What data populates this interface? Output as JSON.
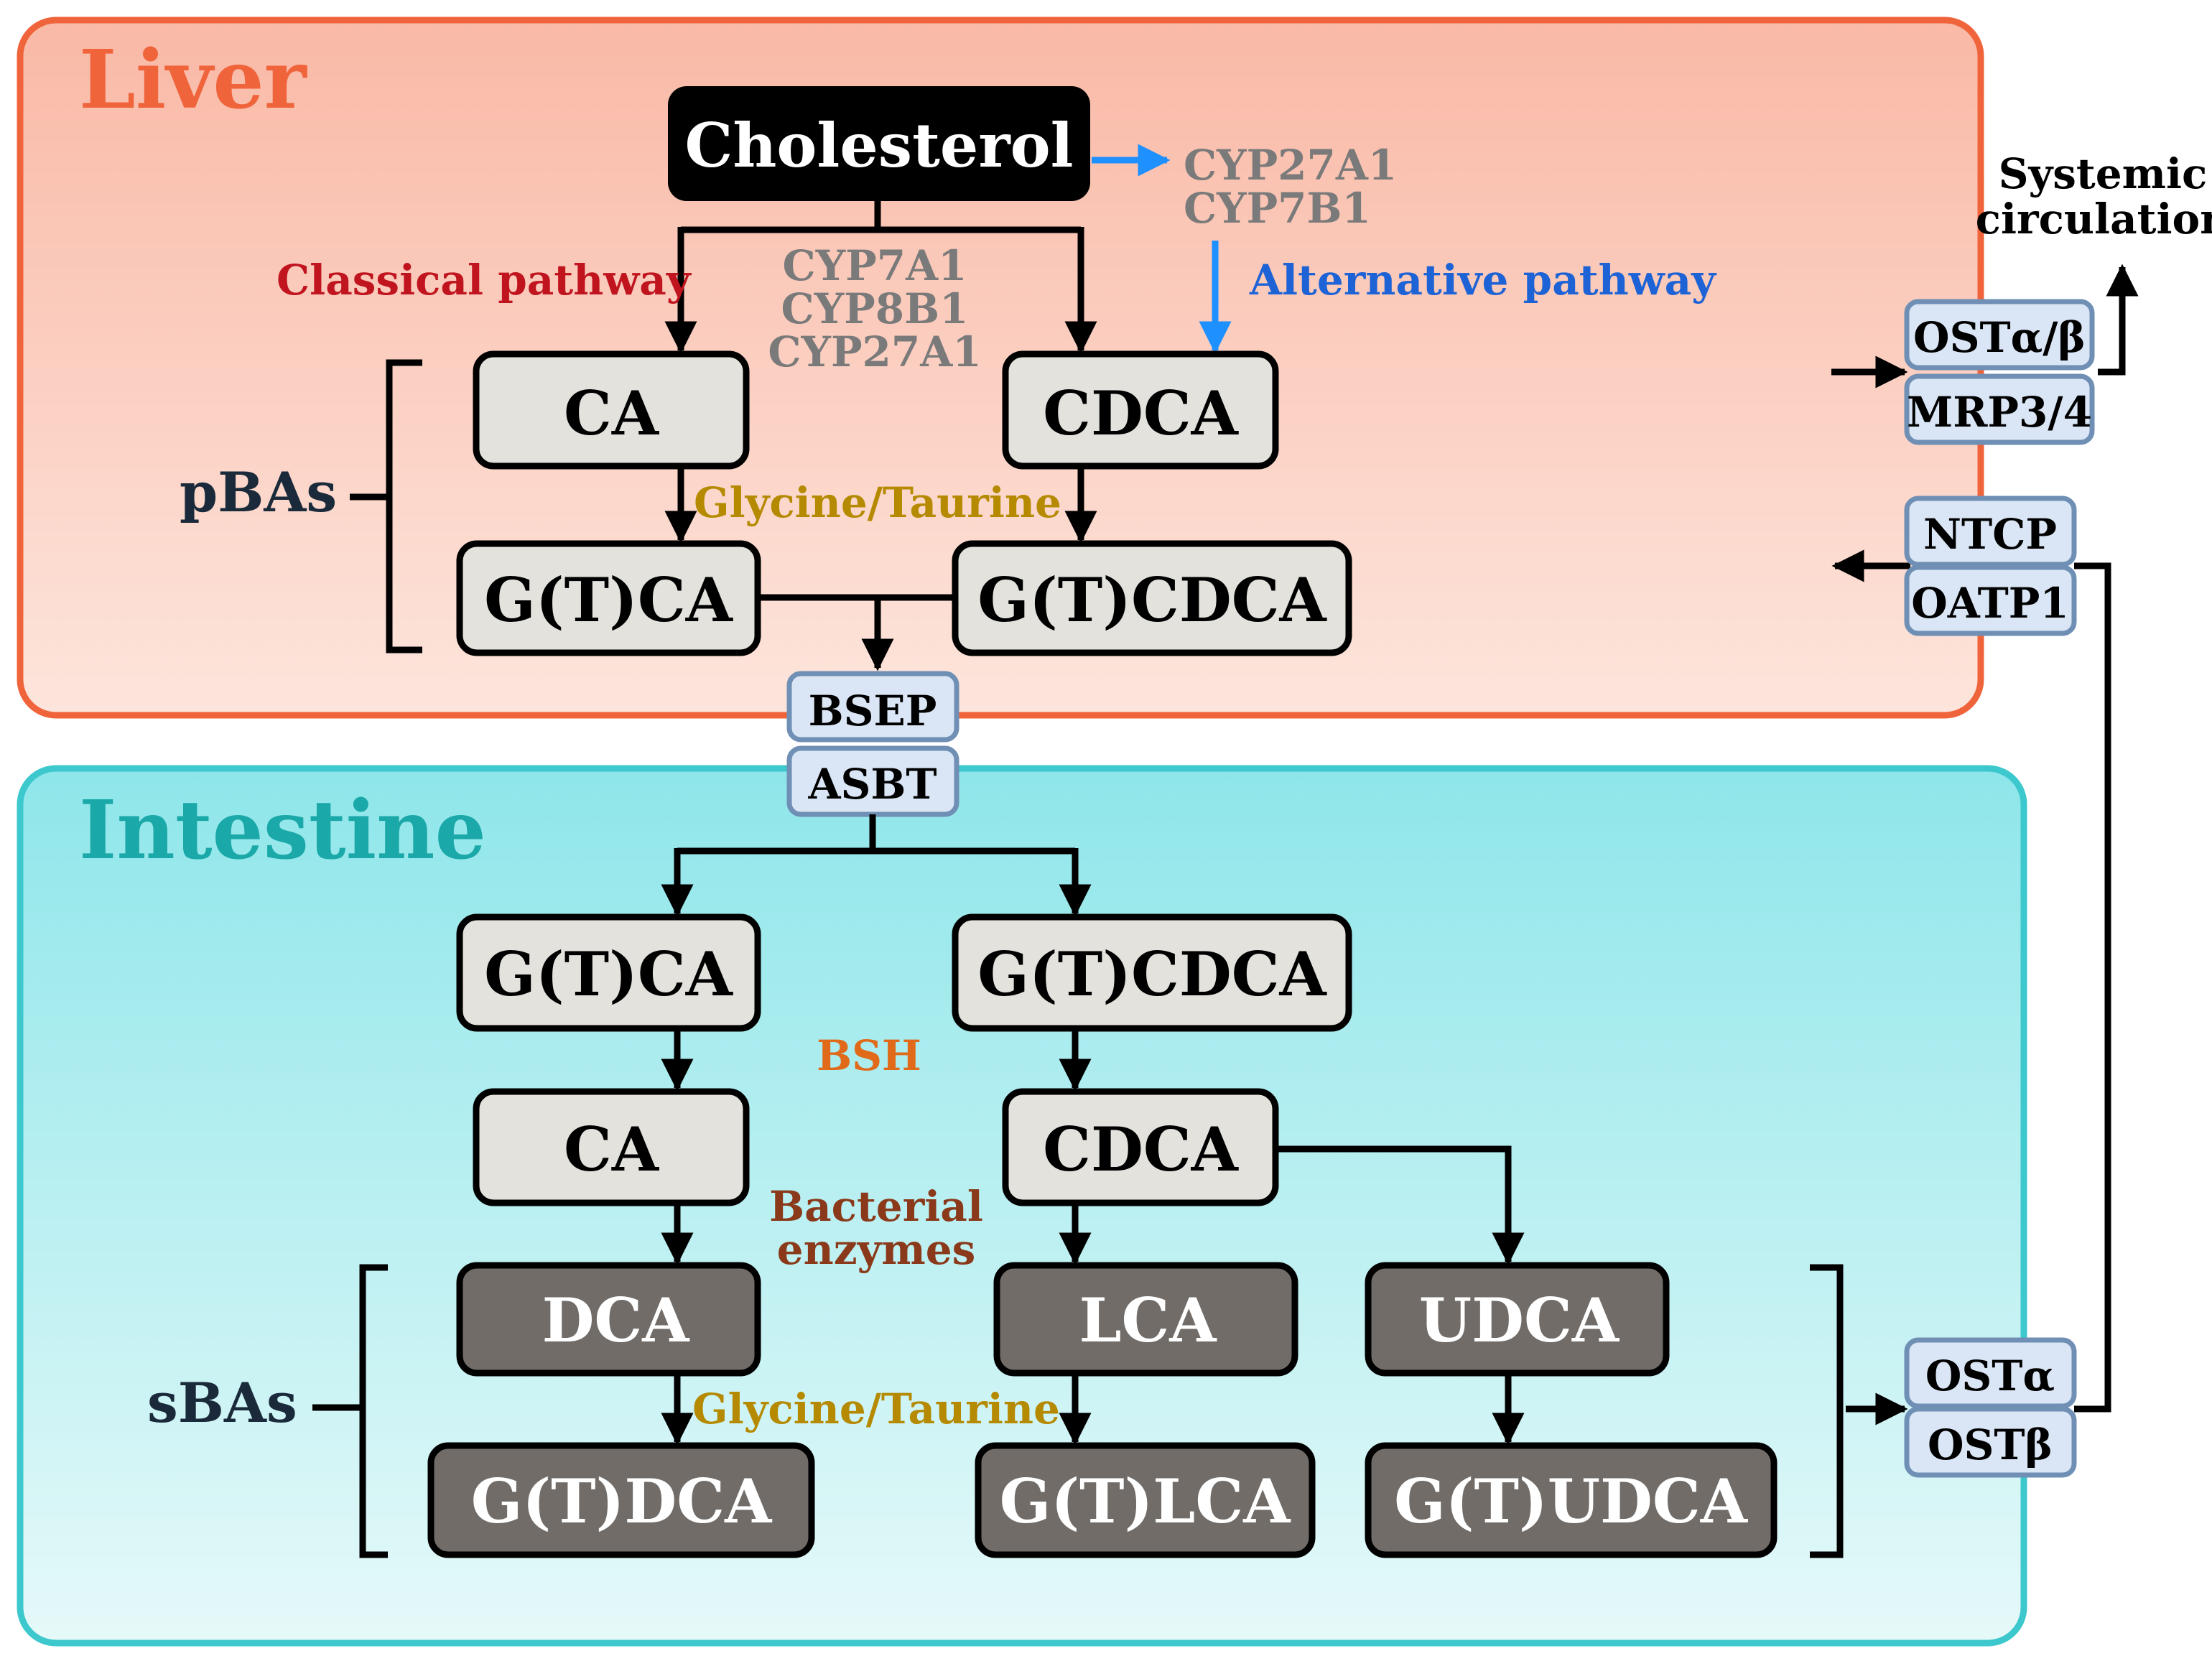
{
  "regions": {
    "liver_title": "Liver",
    "intestine_title": "Intestine"
  },
  "liver": {
    "cholesterol": "Cholesterol",
    "alt_enzymes": [
      "CYP27A1",
      "CYP7B1"
    ],
    "classical_enzymes": [
      "CYP7A1",
      "CYP8B1",
      "CYP27A1"
    ],
    "classical_label": "Classical pathway",
    "alternative_label": "Alternative pathway",
    "conjugation_label": "Glycine/Taurine",
    "pbas_label": "pBAs",
    "ca": "CA",
    "cdca": "CDCA",
    "gtca": "G(T)CA",
    "gtcdca": "G(T)CDCA"
  },
  "transporters": {
    "bsep": "BSEP",
    "asbt": "ASBT",
    "ost_ab": "OSTα/β",
    "mrp": "MRP3/4",
    "ntcp": "NTCP",
    "oatp": "OATP1",
    "ost_a": "OSTα",
    "ost_b": "OSTβ"
  },
  "systemic_label": [
    "Systemic",
    "circulation"
  ],
  "intestine": {
    "gtca": "G(T)CA",
    "gtcdca": "G(T)CDCA",
    "bsh_label": "BSH",
    "ca": "CA",
    "cdca": "CDCA",
    "bacterial_label": [
      "Bacterial",
      "enzymes"
    ],
    "dca": "DCA",
    "lca": "LCA",
    "udca": "UDCA",
    "conjugation_label": "Glycine/Taurine",
    "sbas_label": "sBAs",
    "gtdca": "G(T)DCA",
    "gtlca": "G(T)LCA",
    "gtudca": "G(T)UDCA"
  },
  "colors": {
    "liver_border": "#f0643c",
    "liver_fill_top": "#f9b9a6",
    "liver_fill_bottom": "#fde5dc",
    "intestine_border": "#3cc8cc",
    "intestine_fill_top": "#8ee6ea",
    "intestine_fill_bottom": "#e6f9f9",
    "liver_title": "#f0643c",
    "intestine_title": "#1aa8a8",
    "classical": "#c0141e",
    "alternative": "#1e63d6",
    "blue_arrow": "#1e90ff",
    "enzyme_gray": "#7a7a7a",
    "conjugation": "#b58a00",
    "bsh": "#e06a1a",
    "bacterial": "#8a3a1a",
    "primary_box": "#e4e2dc",
    "secondary_box": "#716c68",
    "transporter_fill": "#dae6f5",
    "transporter_border": "#6f8fb5"
  }
}
